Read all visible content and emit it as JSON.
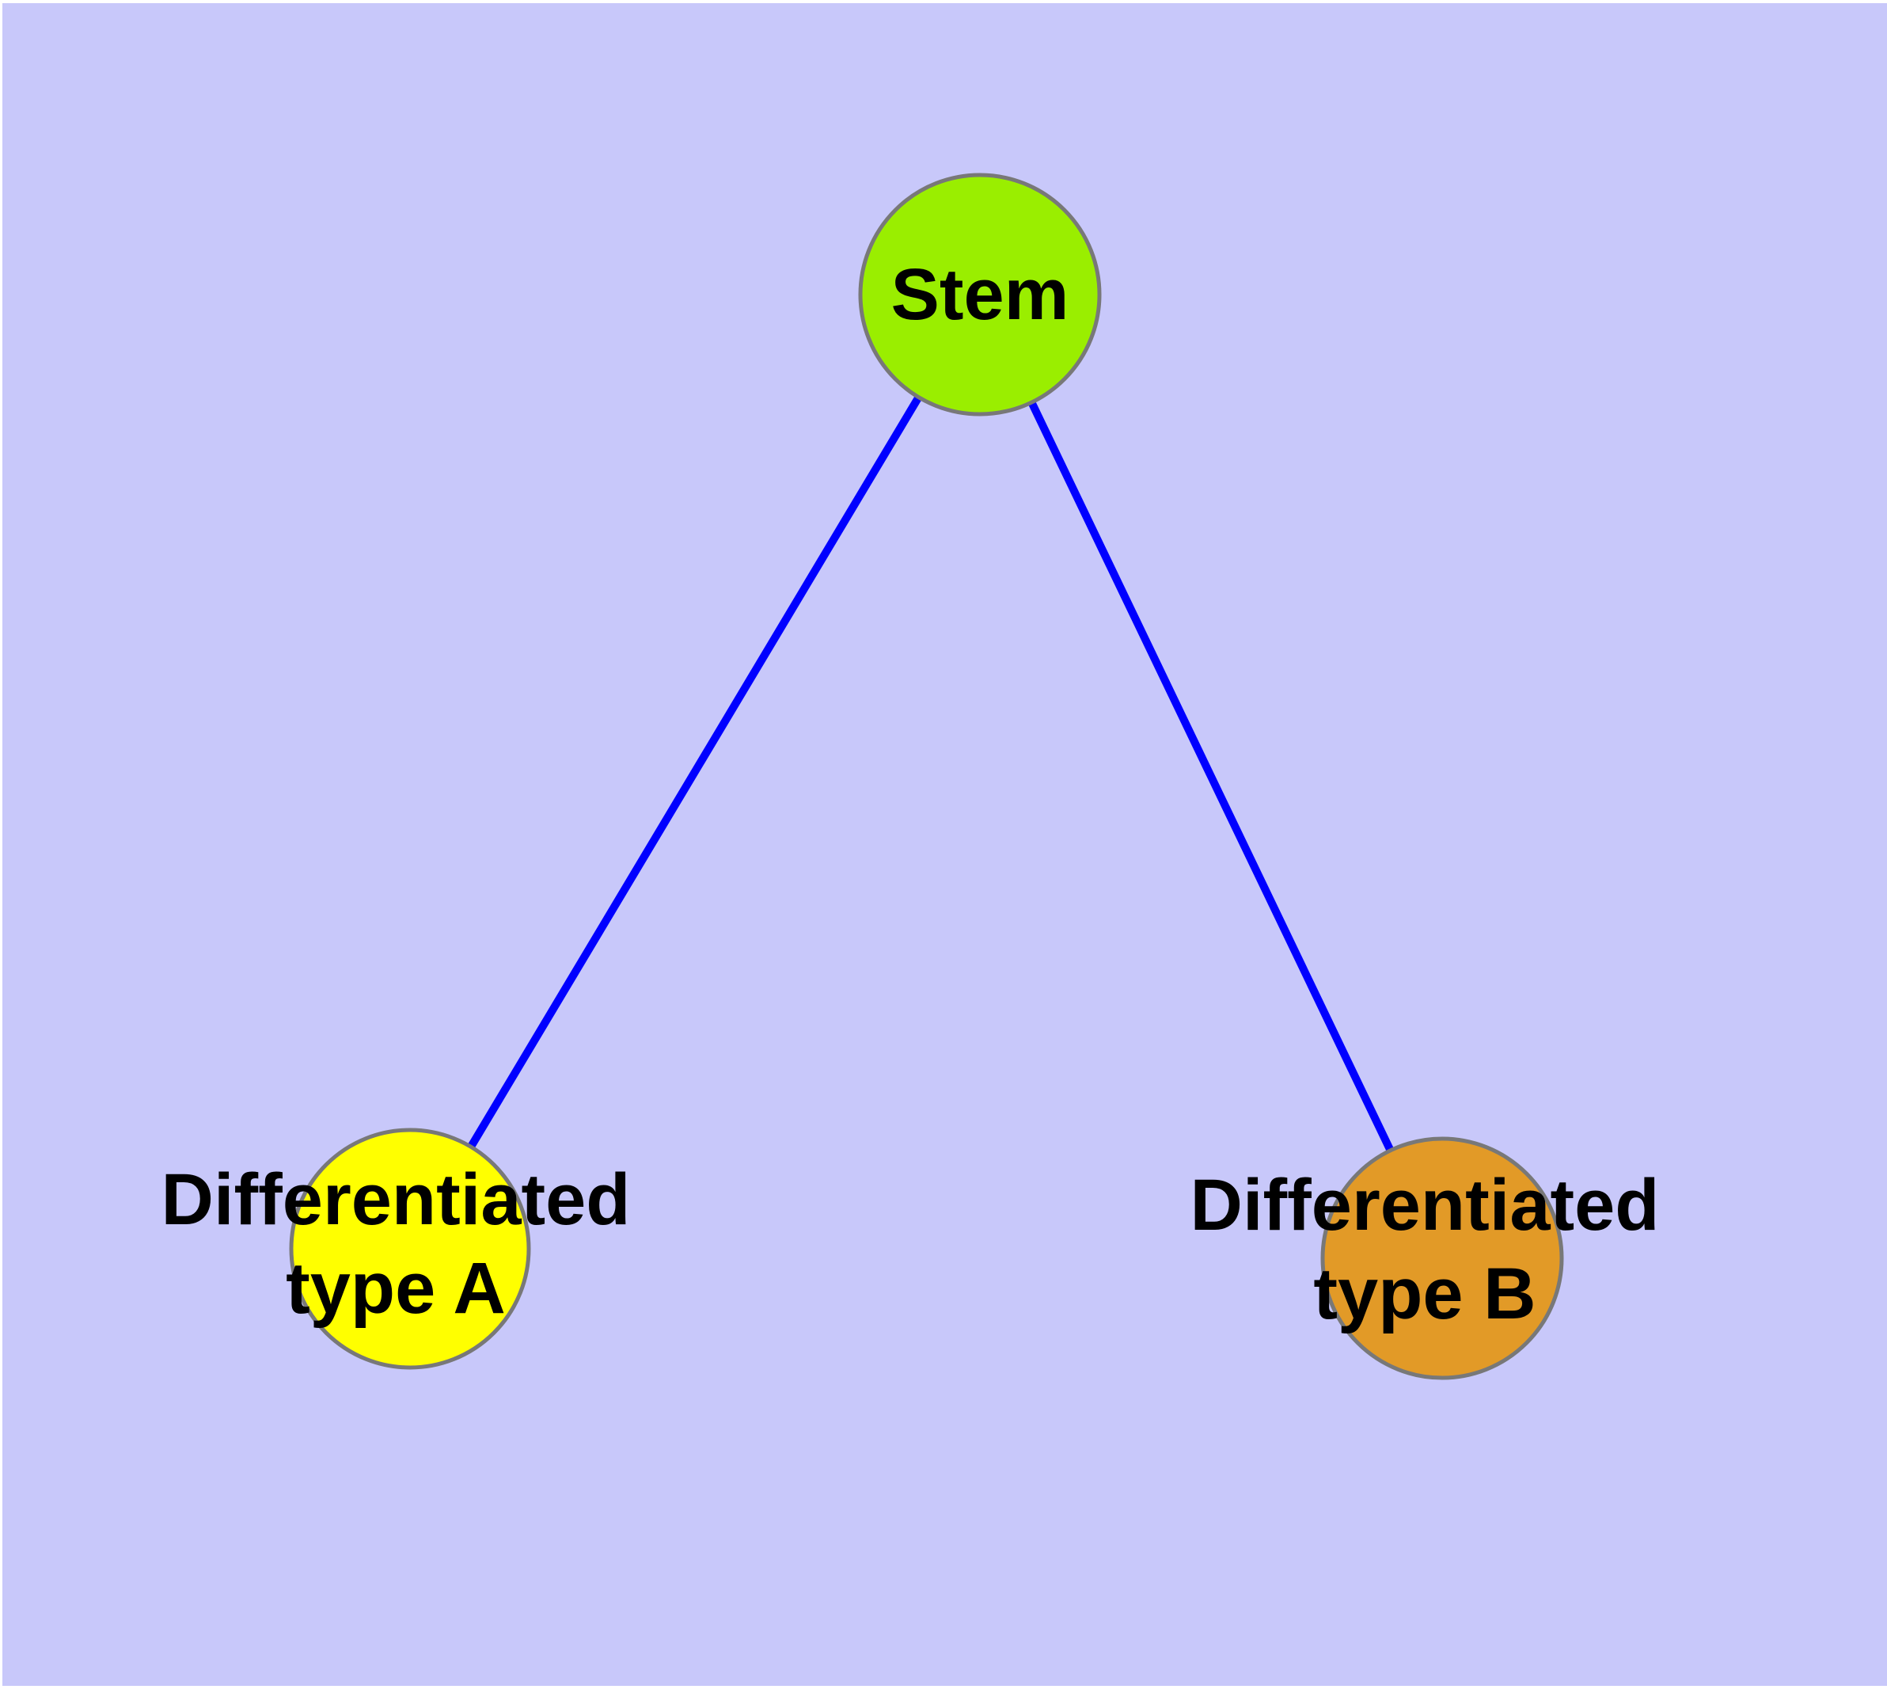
{
  "diagram": {
    "type": "graph",
    "description": "Stem cell differentiation tree with one root node and two leaf nodes",
    "colors": {
      "page_margin": "#FFFFFF",
      "background": "#C8C8FA",
      "edge": "#0000FF",
      "node_border": "#787878",
      "label_text": "#000000"
    },
    "nodes": [
      {
        "id": "stem",
        "label": "Stem",
        "line1": "Stem",
        "line2": "",
        "fill": "#9AEE00"
      },
      {
        "id": "type-a",
        "label": "Differentiated type A",
        "line1": "Differentiated",
        "line2": "type A",
        "fill": "#FFFF00"
      },
      {
        "id": "type-b",
        "label": "Differentiated type B",
        "line1": "Differentiated",
        "line2": "type B",
        "fill": "#E29A27"
      }
    ],
    "edges": [
      {
        "from": "Stem",
        "to": "Differentiated type A"
      },
      {
        "from": "Stem",
        "to": "Differentiated type B"
      }
    ]
  }
}
